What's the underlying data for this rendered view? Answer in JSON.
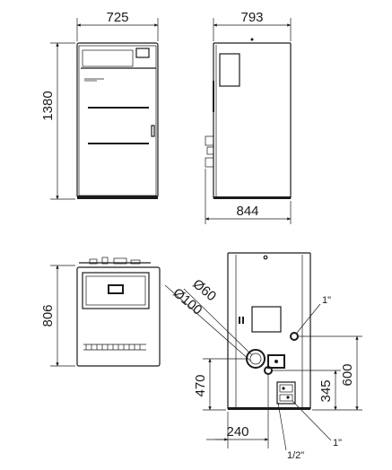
{
  "dimensions": {
    "front_width": "725",
    "side_depth": "793",
    "overall_height": "1380",
    "total_depth": "844",
    "top_depth": "806",
    "flue_diameter_small": "Ø60",
    "flue_diameter_large": "Ø100",
    "inlet_height": "470",
    "connection_height_low": "345",
    "connection_height_high": "600",
    "offset_width": "240"
  },
  "connections": {
    "upper_connection": "1\"",
    "lower_connection": "1\"",
    "drain_connection": "1/2\""
  }
}
